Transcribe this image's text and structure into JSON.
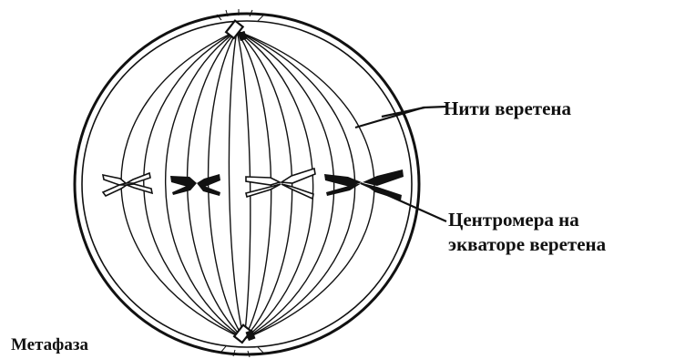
{
  "labels": {
    "spindle_fibers": "Нити веретена",
    "centromere_line1": "Центромера на",
    "centromere_line2": "экваторе веретена",
    "phase": "Метафаза"
  },
  "colors": {
    "ink": "#111111",
    "background": "#ffffff"
  }
}
